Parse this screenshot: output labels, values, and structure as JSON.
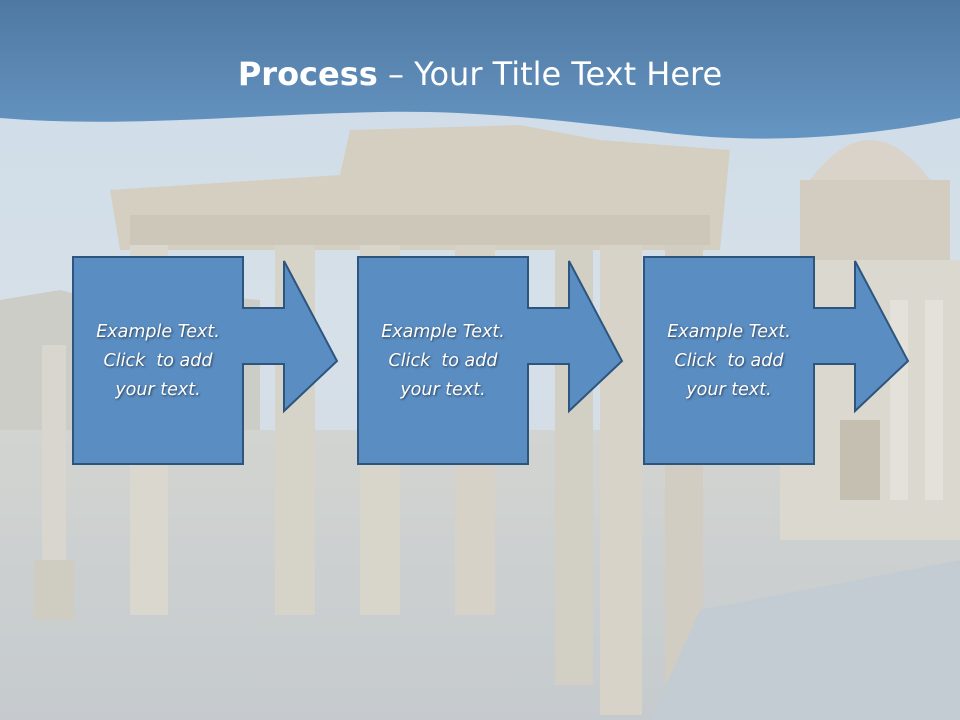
{
  "slide": {
    "title_bold": "Process",
    "title_rest": " – Your Title Text Here",
    "colors": {
      "header": "#3a6fa3",
      "box_fill": "#5a8dc2",
      "box_stroke": "#2d557e",
      "text": "#ffffff"
    },
    "steps": [
      {
        "line1": "Example Text.",
        "line2": "Click  to add",
        "line3": "your text."
      },
      {
        "line1": "Example Text.",
        "line2": "Click  to add",
        "line3": "your text."
      },
      {
        "line1": "Example Text.",
        "line2": "Click  to add",
        "line3": "your text."
      }
    ]
  }
}
